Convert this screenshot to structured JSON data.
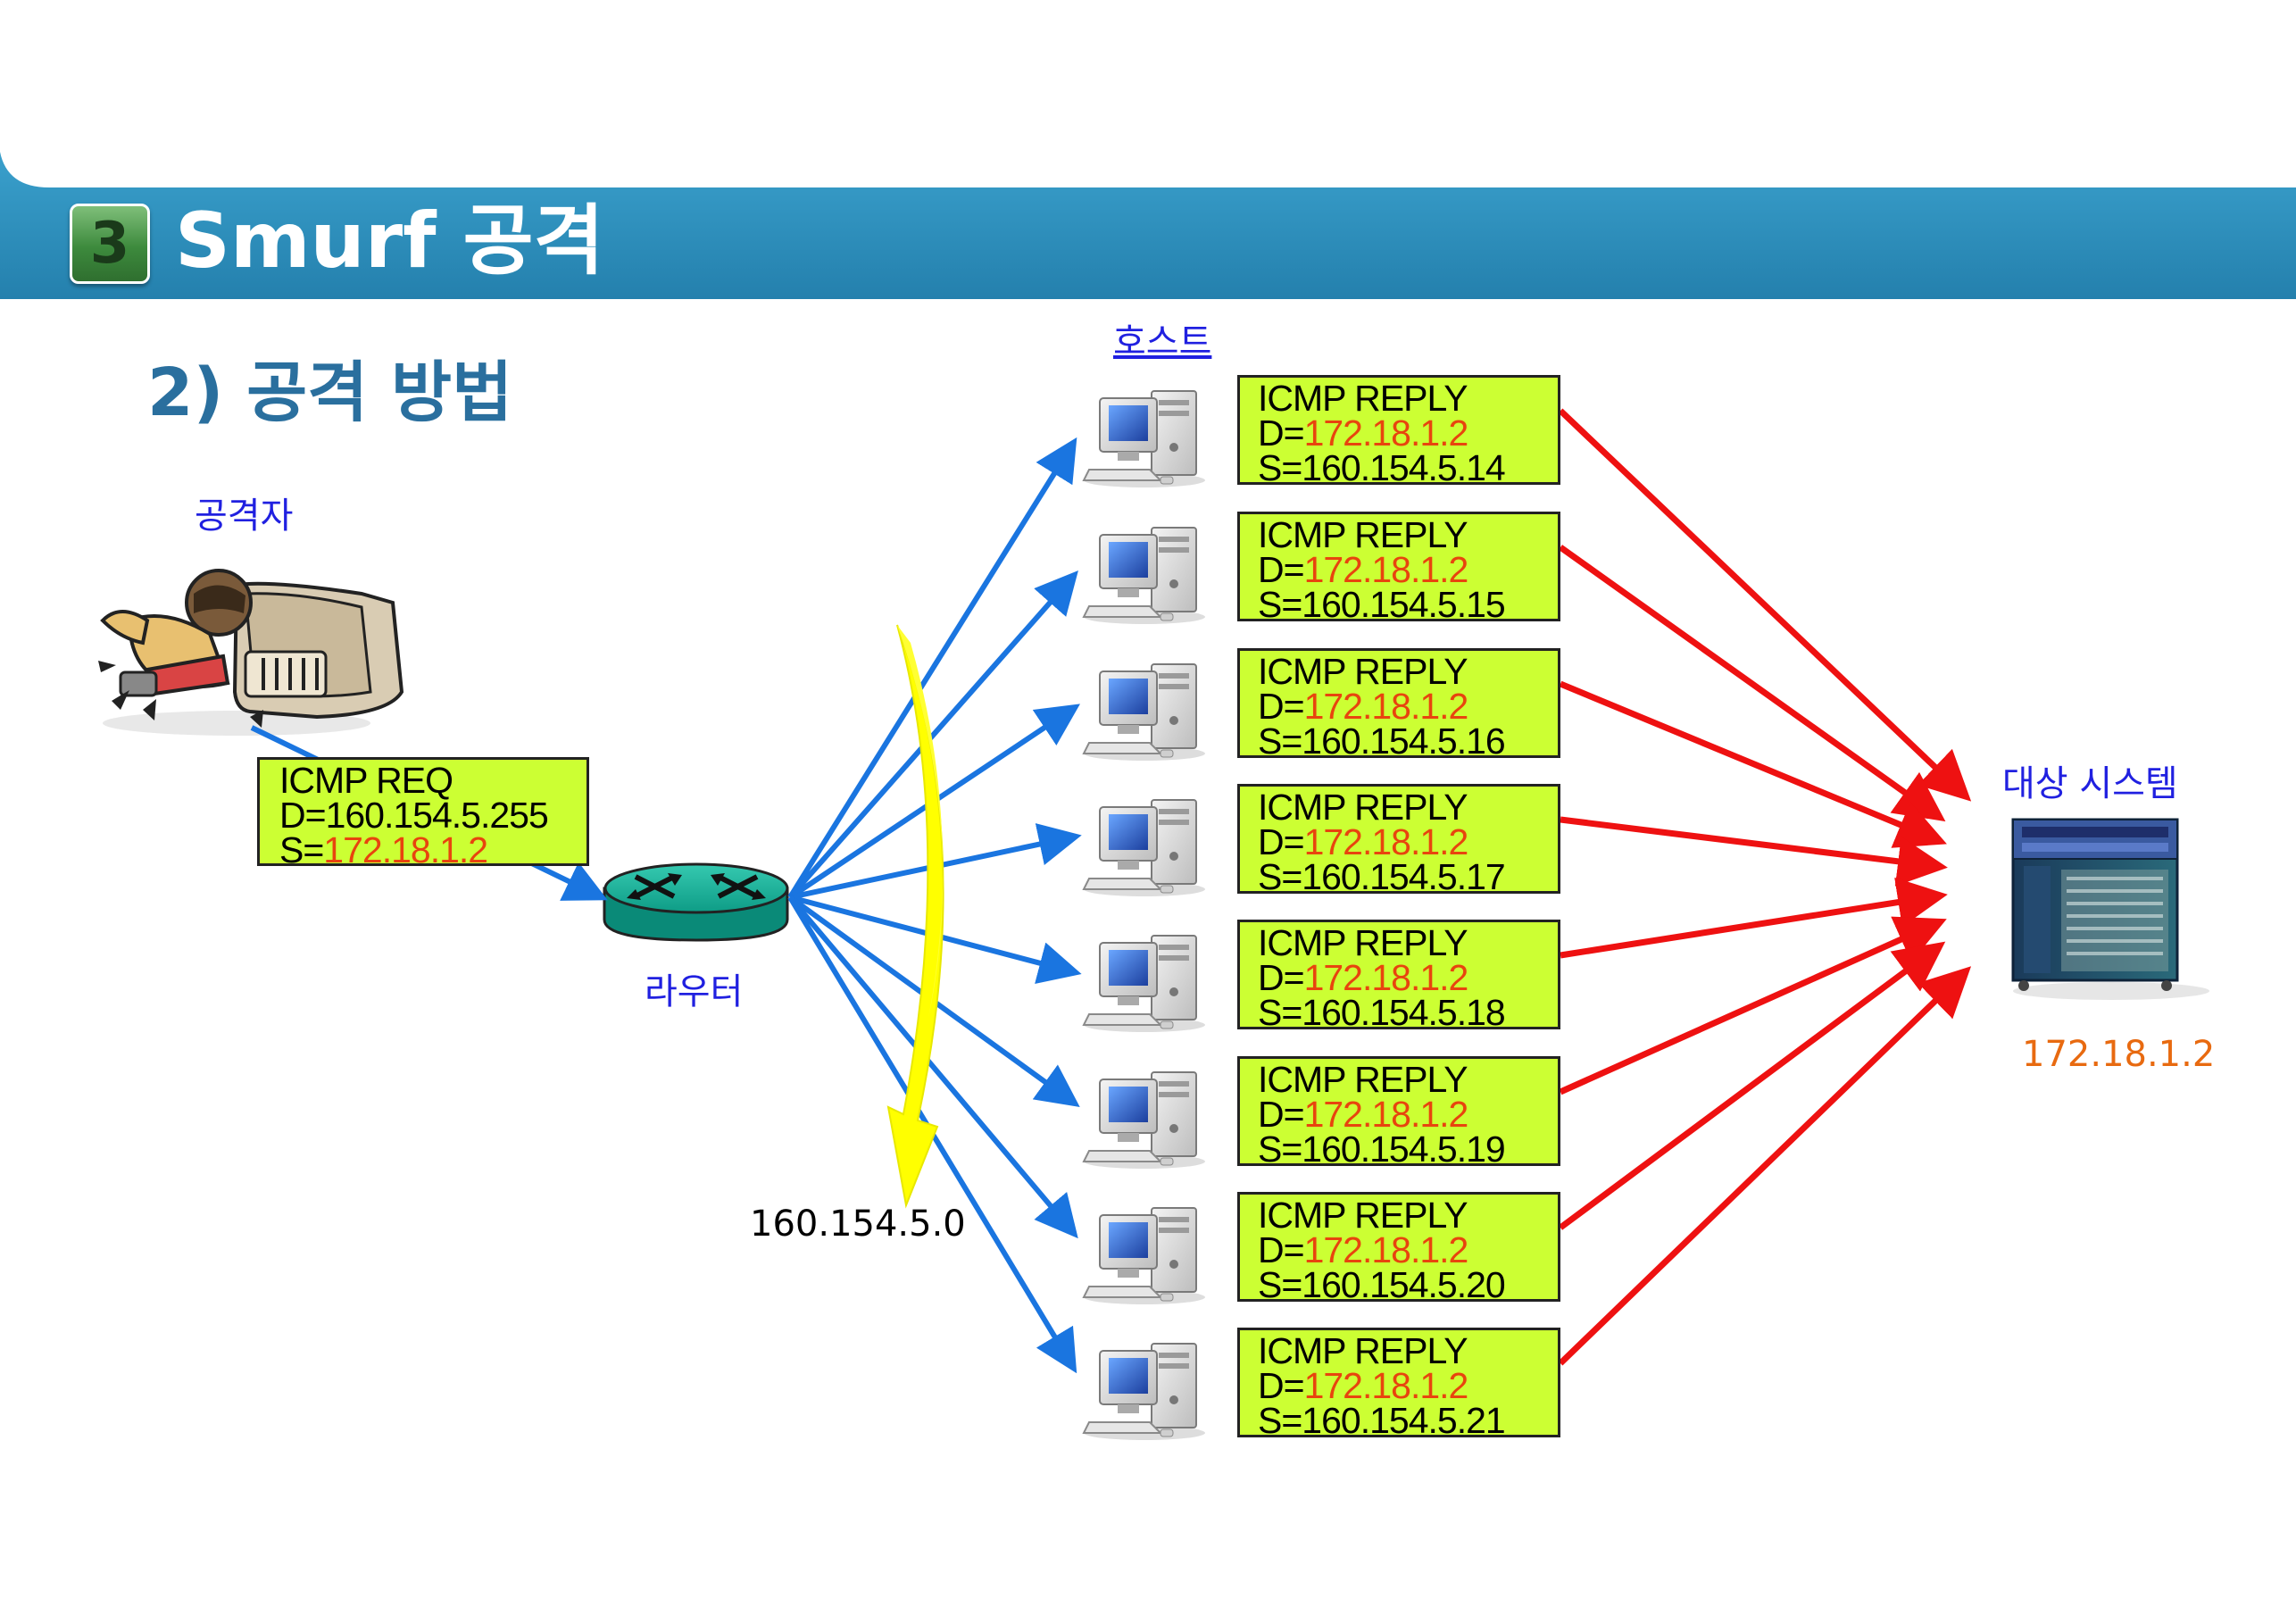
{
  "header": {
    "section_number": "3",
    "title": "Smurf 공격",
    "band_color": "#2b8fbd"
  },
  "subtitle": "2) 공격 방법",
  "labels": {
    "attacker": "공격자",
    "hosts": "호스트",
    "router": "라우터",
    "network": "160.154.5.0",
    "target": "대상 시스템",
    "target_ip": "172.18.1.2"
  },
  "request_packet": {
    "line1": "ICMP REQ",
    "dest_prefix": "D=",
    "dest": "160.154.5.255",
    "src_prefix": "S=",
    "src": "172.18.1.2"
  },
  "reply_packets": [
    {
      "line1": "ICMP REPLY",
      "dest_prefix": "D=",
      "dest": "172.18.1.2",
      "src": "S=160.154.5.14"
    },
    {
      "line1": "ICMP REPLY",
      "dest_prefix": "D=",
      "dest": "172.18.1.2",
      "src": "S=160.154.5.15"
    },
    {
      "line1": "ICMP REPLY",
      "dest_prefix": "D=",
      "dest": "172.18.1.2",
      "src": "S=160.154.5.16"
    },
    {
      "line1": "ICMP REPLY",
      "dest_prefix": "D=",
      "dest": "172.18.1.2",
      "src": "S=160.154.5.17"
    },
    {
      "line1": "ICMP REPLY",
      "dest_prefix": "D=",
      "dest": "172.18.1.2",
      "src": "S=160.154.5.18"
    },
    {
      "line1": "ICMP REPLY",
      "dest_prefix": "D=",
      "dest": "172.18.1.2",
      "src": "S=160.154.5.19"
    },
    {
      "line1": "ICMP REPLY",
      "dest_prefix": "D=",
      "dest": "172.18.1.2",
      "src": "S=160.154.5.20"
    },
    {
      "line1": "ICMP REPLY",
      "dest_prefix": "D=",
      "dest": "172.18.1.2",
      "src": "S=160.154.5.21"
    }
  ],
  "icons": {
    "attacker": "hacker-smashing-monitor-icon",
    "router": "router-icon",
    "host": "desktop-computer-icon",
    "target": "server-tower-icon",
    "broadcast": "yellow-curved-arrow-icon"
  },
  "colors": {
    "request_arrow": "#1a75e0",
    "reply_arrow": "#ee1111",
    "packet_fill": "#ccff33",
    "highlight_text": "#e8440e",
    "label_text": "#2020e0"
  }
}
